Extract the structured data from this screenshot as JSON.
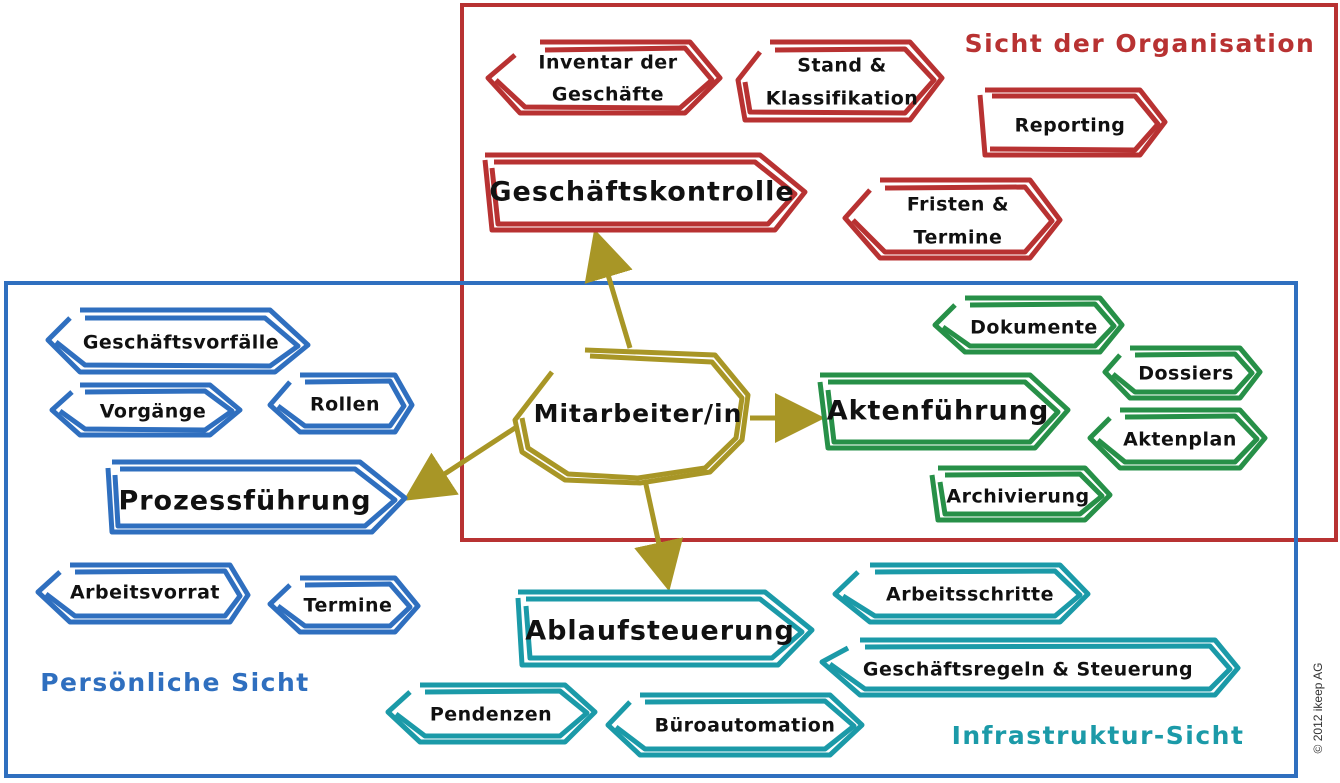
{
  "colors": {
    "organisation": "#b83232",
    "personal": "#2f6fbf",
    "records": "#279048",
    "infra": "#1b9aa8",
    "center": "#a89626",
    "text": "#111111"
  },
  "regions": {
    "organisation": "Sicht der Organisation",
    "personal": "Persönliche Sicht",
    "infra": "Infrastruktur-Sicht"
  },
  "center": "Mitarbeiter/in",
  "main": {
    "geschaeftskontrolle": "Geschäftskontrolle",
    "prozessfuehrung": "Prozessführung",
    "aktenfuehrung": "Aktenführung",
    "ablaufsteuerung": "Ablaufsteuerung"
  },
  "items": {
    "inventar_1": "Inventar der",
    "inventar_2": "Geschäfte",
    "stand_1": "Stand &",
    "stand_2": "Klassifikation",
    "reporting": "Reporting",
    "fristen_1": "Fristen &",
    "fristen_2": "Termine",
    "geschaeftsvorfaelle": "Geschäftsvorfälle",
    "vorgaenge": "Vorgänge",
    "rollen": "Rollen",
    "arbeitsvorrat": "Arbeitsvorrat",
    "termine": "Termine",
    "dokumente": "Dokumente",
    "dossiers": "Dossiers",
    "aktenplan": "Aktenplan",
    "archivierung": "Archivierung",
    "arbeitsschritte": "Arbeitsschritte",
    "geschaeftsregeln": "Geschäftsregeln & Steuerung",
    "pendenzen": "Pendenzen",
    "bueroautomation": "Büroautomation"
  },
  "copyright": "© 2012 ikeep AG"
}
